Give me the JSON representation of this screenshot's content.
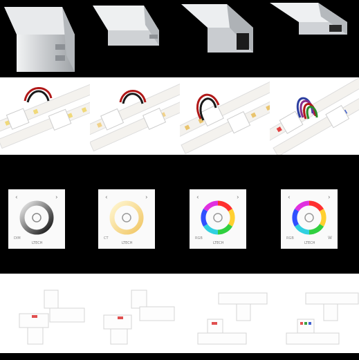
{
  "panel_brand": "LTECH",
  "rows": [
    {
      "name": "aluminium-profiles",
      "background": "#000000"
    },
    {
      "name": "strip-connectors",
      "background": "#ffffff"
    },
    {
      "name": "touch-panels",
      "background": "#000000"
    },
    {
      "name": "corner-connectors",
      "background": "#ffffff"
    }
  ],
  "panels": [
    {
      "ring": "mono",
      "mode_left": "DIM",
      "mode_right": ""
    },
    {
      "ring": "warm",
      "mode_left": "CT",
      "mode_right": ""
    },
    {
      "ring": "rgb",
      "mode_left": "RGB",
      "mode_right": ""
    },
    {
      "ring": "rgb",
      "mode_left": "RGB",
      "mode_right": "W"
    }
  ],
  "colors": {
    "profile_silver": "#d6d8da",
    "strip_white": "#f4f2ee",
    "wire_red": "#b01818",
    "wire_black": "#1a1a1a"
  }
}
